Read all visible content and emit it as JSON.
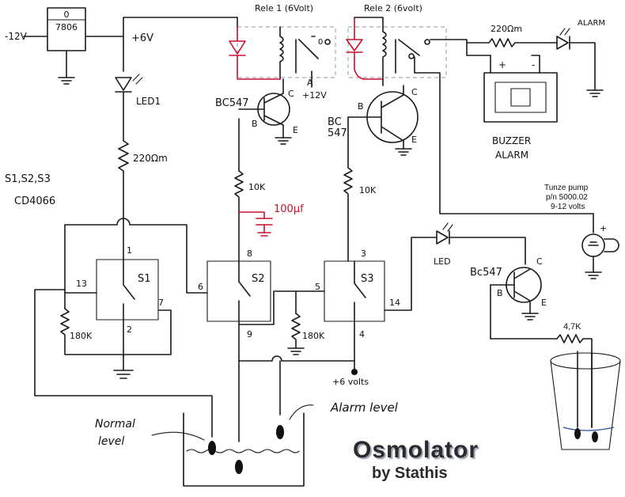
{
  "supply": {
    "input": "-12V",
    "regulator_top": "0",
    "regulator": "7806",
    "rail": "+6V"
  },
  "relays": {
    "relay1": "Rele 1 (6Volt)",
    "relay2": "Rele 2 (6volt)",
    "contact_a": "A",
    "contact_12v": "+12V"
  },
  "transistors": {
    "q1": "BC547",
    "q2_line1": "BC",
    "q2_line2": "547",
    "q3": "Bc547",
    "pin_b": "B",
    "pin_c": "C",
    "pin_e": "E"
  },
  "resistors": {
    "r_led1": "220Ωm",
    "r_q1": "10K",
    "r_q2": "10K",
    "r_s1": "180K",
    "r_s3": "180K",
    "r_buzzer": "220Ωm",
    "r_probe": "4,7K"
  },
  "capacitor": "100μf",
  "leds": {
    "led1": "LED1",
    "led2": "LED"
  },
  "ic": {
    "line1": "S1,S2,S3",
    "line2": "CD4066"
  },
  "switches": {
    "s1": "S1",
    "s2": "S2",
    "s3": "S3"
  },
  "pins": {
    "p1": "1",
    "p2": "2",
    "p3": "3",
    "p4": "4",
    "p6": "6",
    "p7": "7",
    "p8": "8",
    "p9": "9",
    "p5": "5",
    "p13": "13",
    "p14": "14"
  },
  "bottom_supply": "+6 volts",
  "pump": {
    "line1": "Tunze pump",
    "line2": "p/n 5000.02",
    "line3": "9-12 volts"
  },
  "alarm": {
    "led_label": "ALARM",
    "buzzer_line1": "BUZZER",
    "buzzer_line2": "ALARM",
    "plus": "+",
    "minus": "-",
    "pump_plus": "+"
  },
  "tank": {
    "normal_line1": "Normal",
    "normal_line2": "level",
    "alarm_level": "Alarm level"
  },
  "title": {
    "line1": "Osmolator",
    "line2": "by Stathis"
  }
}
